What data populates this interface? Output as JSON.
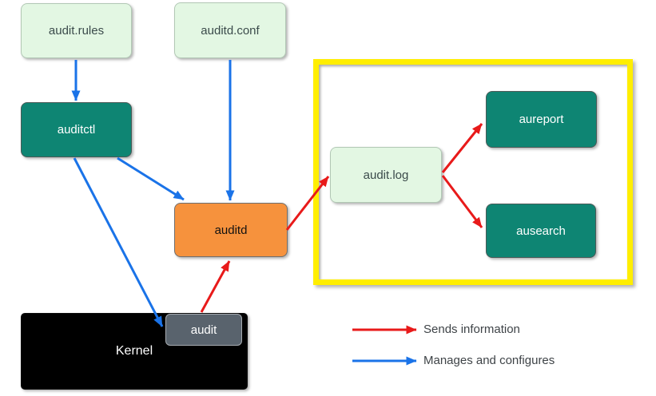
{
  "nodes": {
    "audit_rules": {
      "label": "audit.rules"
    },
    "auditd_conf": {
      "label": "auditd.conf"
    },
    "auditctl": {
      "label": "auditctl"
    },
    "auditd": {
      "label": "auditd"
    },
    "audit": {
      "label": "audit"
    },
    "kernel": {
      "label": "Kernel"
    },
    "audit_log": {
      "label": "audit.log"
    },
    "aureport": {
      "label": "aureport"
    },
    "ausearch": {
      "label": "ausearch"
    }
  },
  "legend": {
    "items": [
      {
        "label": "Sends information",
        "arrow_color": "#e81a1a"
      },
      {
        "label": "Manages and configures",
        "arrow_color": "#1a73e8"
      }
    ]
  },
  "colors": {
    "sends_information_arrow": "#e81a1a",
    "manages_configures_arrow": "#1a73e8",
    "config_file_fill": "#e3f7e3",
    "tool_fill": "#0e8573",
    "daemon_fill": "#f6923d",
    "kernel_fill": "#000000",
    "kernel_component_fill": "#59636d",
    "highlight_frame": "#ffee00"
  }
}
